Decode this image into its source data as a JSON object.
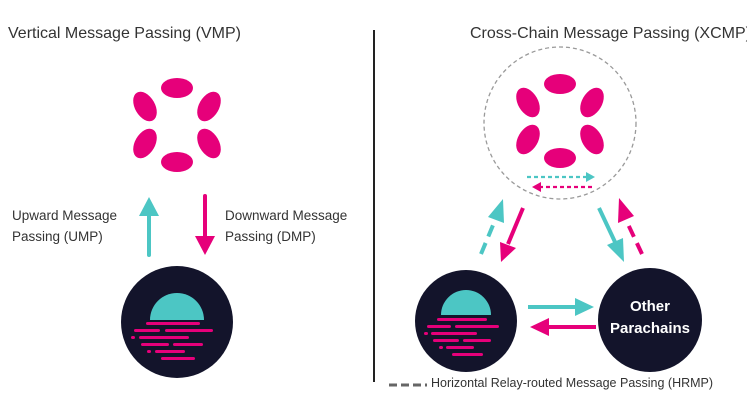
{
  "left_panel": {
    "title": "Vertical Message Passing (VMP)",
    "up_label_line1": "Upward Message",
    "up_label_line2": "Passing (UMP)",
    "down_label_line1": "Downward Message",
    "down_label_line2": "Passing (DMP)"
  },
  "right_panel": {
    "title": "Cross-Chain Message Passing (XCMP)",
    "other_parachains_line1": "Other",
    "other_parachains_line2": "Parachains"
  },
  "legend": {
    "hrmp_label": "Horizontal Relay-routed Message Passing (HRMP)"
  },
  "colors": {
    "polkadot_pink": "#E6007A",
    "teal": "#4CC6C4",
    "node_dark": "#13142B",
    "text": "#333333",
    "divider": "#222222",
    "dashed_circle": "#9a9a9a",
    "legend_dash": "#666666"
  },
  "icons": {
    "relay_chain": "polkadot-logo",
    "parachain": "parachain-sunset-icon"
  }
}
